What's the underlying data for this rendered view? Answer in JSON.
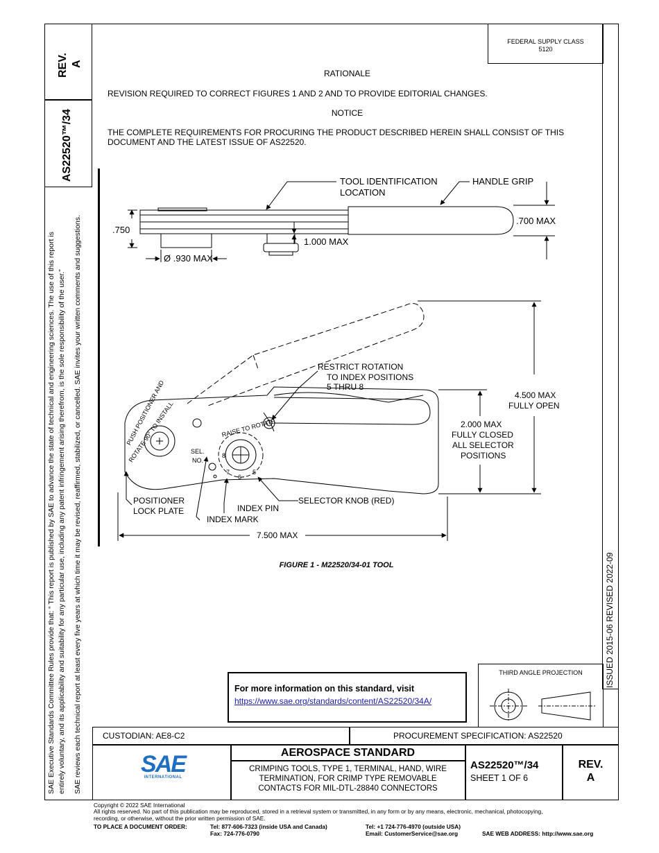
{
  "header": {
    "rev_label": "REV.",
    "rev_value": "A",
    "doc_number": "AS22520™/34",
    "federal_supply_line1": "FEDERAL SUPPLY CLASS",
    "federal_supply_line2": "5120"
  },
  "body": {
    "rationale_title": "RATIONALE",
    "rationale_text": "REVISION REQUIRED TO CORRECT FIGURES 1 AND 2 AND TO PROVIDE EDITORIAL CHANGES.",
    "notice_title": "NOTICE",
    "notice_text": "THE COMPLETE REQUIREMENTS FOR PROCURING THE PRODUCT DESCRIBED HEREIN SHALL CONSIST OF THIS DOCUMENT AND THE LATEST ISSUE OF AS22520."
  },
  "figure": {
    "caption": "FIGURE 1 - M22520/34-01 TOOL",
    "labels": {
      "tool_id_1": "TOOL IDENTIFICATION",
      "tool_id_2": "LOCATION",
      "handle_grip": "HANDLE GRIP",
      "dim_750": ".750",
      "dim_700": ".700 MAX",
      "dim_1000": "1.000 MAX",
      "dim_930": "Ø .930 MAX",
      "restrict_1": "RESTRICT ROTATION",
      "restrict_2": "TO INDEX POSITIONS",
      "restrict_3": "5 THRU 8",
      "open_1": "4.500 MAX",
      "open_2": "FULLY OPEN",
      "closed_1": "2.000 MAX",
      "closed_2": "FULLY CLOSED",
      "closed_3": "ALL SELECTOR",
      "closed_4": "POSITIONS",
      "positioner_1": "POSITIONER",
      "positioner_2": "LOCK PLATE",
      "index_pin": "INDEX PIN",
      "index_mark": "INDEX MARK",
      "selector_knob": "SELECTOR KNOB (RED)",
      "dim_7500": "7.500 MAX",
      "push_text": "PUSH POSITIONER AND",
      "rotate_text": "ROTATE 90° TO INSTALL",
      "raise_text": "RAISE TO ROTATE",
      "sel": "SEL.",
      "no": "NO.",
      "n5": "5",
      "n6": "6",
      "n7": "7",
      "n8": "8"
    }
  },
  "side": {
    "left_text_1": "SAE Executive Standards Committee Rules provide that: “  This report is published by SAE to advance the state of technical and engineering sciences. The use of this report is",
    "left_text_2": "entirely voluntary, and its applicability and suitability for any particular use, including any patent infringement arising therefrom, is the sole responsibility of the user.”",
    "left_text_3": "SAE reviews each technical report at least every five years at which time it may be revised, reaffirmed, stabilized, or cancelled. SAE invites your written comments and suggestions.",
    "right_dates": "ISSUED 2015-06     REVISED 2022-09"
  },
  "info_box": {
    "title": "For more information on this standard, visit",
    "url": "https://www.sae.org/standards/content/AS22520/34A/"
  },
  "projection": {
    "label": "THIRD ANGLE PROJECTION"
  },
  "title_block": {
    "custodian": "CUSTODIAN: AE8-C2",
    "procurement": "PROCUREMENT SPECIFICATION: AS22520",
    "logo_text": "SAE",
    "logo_sub": "INTERNATIONAL",
    "standard_title": "AEROSPACE STANDARD",
    "desc_1": "CRIMPING TOOLS, TYPE 1, TERMINAL, HAND, WIRE",
    "desc_2": "TERMINATION, FOR CRIMP TYPE REMOVABLE",
    "desc_3": "CONTACTS FOR MIL-DTL-28840 CONNECTORS",
    "doc_number": "AS22520™/34",
    "sheet": "SHEET 1 OF 6",
    "rev_label": "REV.",
    "rev_value": "A"
  },
  "footer": {
    "copyright": "Copyright © 2022 SAE International",
    "rights_1": "All rights reserved. No part of this publication may be reproduced, stored in a retrieval system or transmitted, in any form or by any means, electronic, mechanical, photocopying,",
    "rights_2": "recording, or otherwise, without the prior written permission of SAE.",
    "order_label": "TO PLACE A DOCUMENT ORDER:",
    "tel_1": "Tel: 877-606-7323 (inside USA and Canada)",
    "tel_2": "Tel: +1 724-776-4970 (outside USA)",
    "fax": "Fax: 724-776-0790",
    "email": "Email: CustomerService@sae.org",
    "web": "SAE WEB ADDRESS: http://www.sae.org"
  },
  "colors": {
    "link": "#1a1aa6",
    "logo_blue": "#1f6fc1"
  }
}
